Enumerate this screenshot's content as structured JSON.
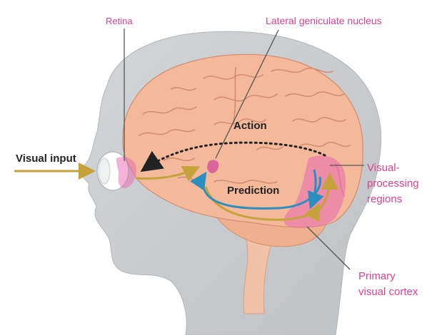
{
  "labels": {
    "retina": "Retina",
    "lgn": "Lateral geniculate nucleus",
    "visual_input": "Visual input",
    "action": "Action",
    "prediction": "Prediction",
    "visual_processing": [
      "Visual-",
      "processing",
      "regions"
    ],
    "primary_cortex": [
      "Primary",
      "visual cortex"
    ]
  },
  "colors": {
    "head": "#c9ccce",
    "head_stroke": "#b3b6b8",
    "brain": "#f3b99a",
    "brain_fold": "#d48c6f",
    "cerebellum": "#efb08f",
    "brainstem": "#f1c2a8",
    "highlight_pink": "#e767b2",
    "label_pink": "#e23f8e",
    "arrow_gold": "#c6a33a",
    "arrow_blue": "#2b8fc0",
    "dotted": "#222222",
    "leader": "#555555"
  }
}
